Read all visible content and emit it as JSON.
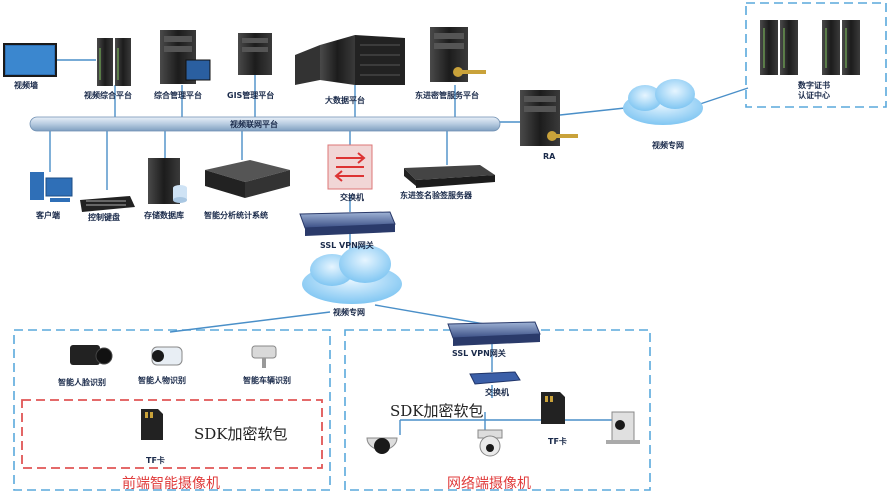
{
  "top": {
    "video_wall": "视频墙",
    "video_platform": "视频综合平台",
    "mgmt_platform": "综合管理平台",
    "gis_platform": "GIS管理平台",
    "bigdata_platform": "大数据平台",
    "key_service_platform": "东进密管服务平台",
    "ca_center": "数字证书\n认证中心",
    "ca_center_line1": "数字证书",
    "ca_center_line2": "认证中心"
  },
  "bus": {
    "label": "视频联网平台"
  },
  "middle": {
    "client": "客户端",
    "keyboard": "控制键盘",
    "storage": "存储数据库",
    "analytics": "智能分析统计系统",
    "switch": "交换机",
    "sign_server": "东进签名验签服务器",
    "ra": "RA",
    "private_net_right": "视频专网",
    "ssl_vpn": "SSL VPN网关"
  },
  "cloud_center": {
    "label": "视频专网"
  },
  "front": {
    "face_cam": "智能人脸识别",
    "person_cam": "智能人物识别",
    "vehicle_cam": "智能车辆识别",
    "sdk": "SDK加密软包",
    "tf": "TF卡",
    "title": "前端智能摄像机"
  },
  "network": {
    "ssl_vpn": "SSL VPN网关",
    "switch": "交换机",
    "sdk": "SDK加密软包",
    "tf": "TF卡",
    "title": "网络端摄像机"
  },
  "colors": {
    "dashed_blue": "#5aa9dc",
    "dashed_red": "#e05555",
    "bus": "#8aa8c8",
    "line": "#4a8fc8",
    "server": "#2a2a2a"
  }
}
